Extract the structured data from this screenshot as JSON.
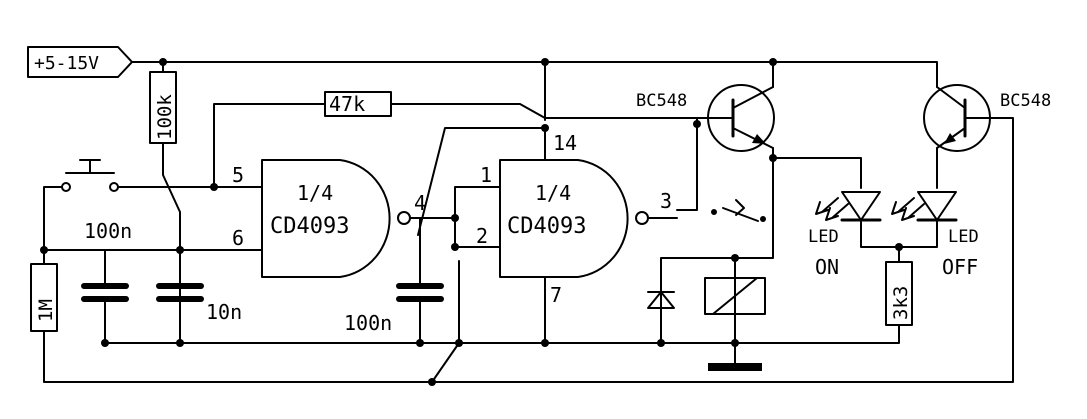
{
  "supply": {
    "label": "+5-15V"
  },
  "resistors": {
    "r_top": "47k",
    "r_pullup": "100k",
    "r_input": "1M",
    "r_led": "3k3"
  },
  "capacitors": {
    "c_left": "100n",
    "c_mid": "10n",
    "c_right": "100n"
  },
  "gates": {
    "gate1_fraction": "1/4",
    "gate1_part": "CD4093",
    "gate2_fraction": "1/4",
    "gate2_part": "CD4093"
  },
  "pins": {
    "p5": "5",
    "p6": "6",
    "p4": "4",
    "p1": "1",
    "p2": "2",
    "p3": "3",
    "p14": "14",
    "p7": "7"
  },
  "transistors": {
    "t1": "BC548",
    "t2": "BC548"
  },
  "leds": {
    "led_on_label": "LED",
    "led_on_state": "ON",
    "led_off_label": "LED",
    "led_off_state": "OFF"
  }
}
